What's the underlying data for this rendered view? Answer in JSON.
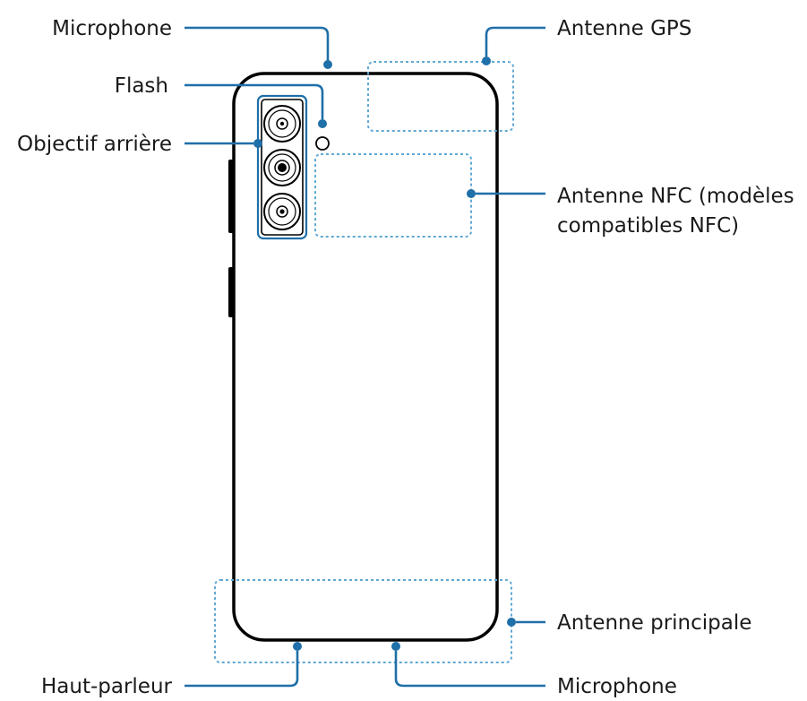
{
  "labels": {
    "microphone_top": "Microphone",
    "flash": "Flash",
    "rear_lens": "Objectif arrière",
    "gps_antenna": "Antenne GPS",
    "nfc_antenna_line1": "Antenne NFC (modèles",
    "nfc_antenna_line2": "compatibles NFC)",
    "main_antenna": "Antenne principale",
    "speaker": "Haut-parleur",
    "microphone_bottom": "Microphone"
  },
  "colors": {
    "callout": "#1f6fa8",
    "antenna_zone": "#5fa8d3",
    "outline": "#000000"
  }
}
